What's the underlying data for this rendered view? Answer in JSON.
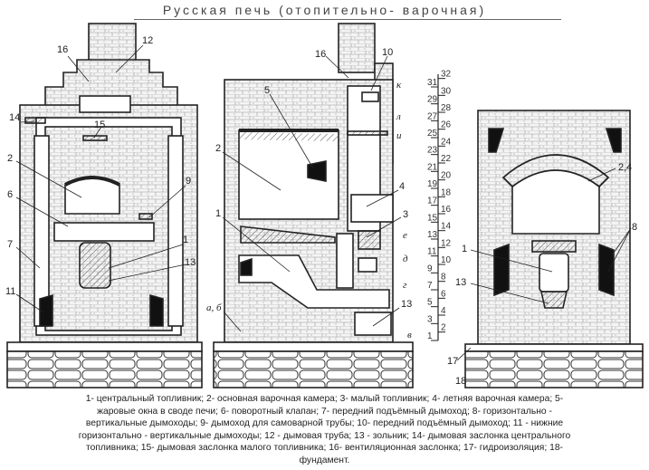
{
  "title": "Русская печь (отопительно- варочная)",
  "front_section_labels": [
    "16",
    "12",
    "14",
    "15",
    "2",
    "9",
    "6",
    "7",
    "1",
    "13",
    "11"
  ],
  "side_section_labels": [
    "16",
    "10",
    "к",
    "5",
    "л",
    "и",
    "2",
    "4",
    "1",
    "3",
    "е",
    "д",
    "г",
    "13",
    "в",
    "а, б"
  ],
  "facade_labels": [
    "2,4",
    "8",
    "1",
    "13",
    "17",
    "18"
  ],
  "scale": {
    "min": 1,
    "max": 32
  },
  "caption_lines": [
    "1- центральный топливник;  2- основная варочная камера;  3- малый топливник;  4- летняя варочная камера; 5-",
    "жаровые окна в своде печи;  6- поворотный клапан;  7- передний подъёмный дымоход; 8- горизонтально -",
    "вертикальные дымоходы;  9- дымоход для самоварной трубы;  10- передний подъёмный дымоход; 11 - нижние",
    "горизонтально - вертикальные дымоходы;  12 - дымовая труба;  13 - зольник;  14- дымовая заслонка центрального",
    "топливника;  15- дымовая заслонка малого топливника;  16- вентиляционная заслонка;  17- гидроизоляция;  18-",
    "фундамент."
  ]
}
